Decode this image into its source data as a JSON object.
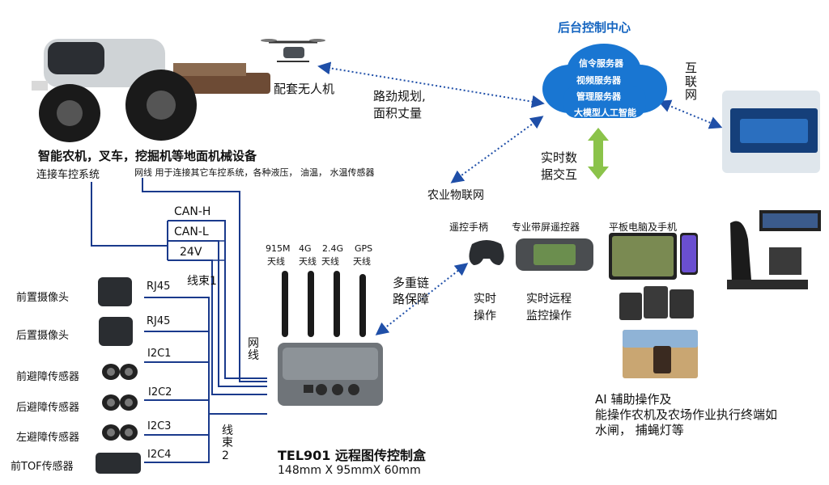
{
  "title": {
    "product": "TEL901 远程图传控制盒",
    "dims": "148mm X 95mmX 60mm"
  },
  "machine": {
    "heading": "智能农机，叉车，挖掘机等地面机械设备",
    "ctrl": "连接车控系统",
    "net": "网线 用于连接其它车控系统，各种液压， 油温， 水温传感器"
  },
  "drone": {
    "label": "配套无人机"
  },
  "route": {
    "line1": "路劲规划,",
    "line2": "面积丈量"
  },
  "cloud": {
    "title": "后台控制中心",
    "items": [
      "信令服务器",
      "视频服务器",
      "管理服务器",
      "大模型人工智能"
    ]
  },
  "internet": "互联网",
  "realtime": {
    "line1": "实时数",
    "line2": "据交互"
  },
  "iot": "农业物联网",
  "multi": {
    "line1": "多重链",
    "line2": "路保障"
  },
  "antennas": [
    {
      "l1": "915M",
      "l2": "天线"
    },
    {
      "l1": "4G",
      "l2": "天线"
    },
    {
      "l1": "2.4G",
      "l2": "天线"
    },
    {
      "l1": "GPS",
      "l2": "天线"
    }
  ],
  "bus": {
    "can_h": "CAN-H",
    "can_l": "CAN-L",
    "v24": "24V",
    "harness1": "线束1",
    "net_line": "网线",
    "harness2": "线束2"
  },
  "sensors": [
    {
      "name": "前置摄像头",
      "port": "RJ45"
    },
    {
      "name": "后置摄像头",
      "port": "RJ45"
    },
    {
      "name": "前避障传感器",
      "port": "I2C1"
    },
    {
      "name": "后避障传感器",
      "port": "I2C2"
    },
    {
      "name": "左避障传感器",
      "port": "I2C3"
    },
    {
      "name": "前TOF传感器",
      "port": "I2C4"
    }
  ],
  "controllers": {
    "remote": "遥控手柄",
    "pro": "专业带屏遥控器",
    "tablet": "平板电脑及手机",
    "op1": "实时",
    "op2": "操作",
    "mon1": "实时远程",
    "mon2": "监控操作"
  },
  "ai": {
    "line1": "AI 辅助操作及",
    "line2": "能操作农机及农场作业执行终端如",
    "line3": "水闸， 捕蝇灯等"
  },
  "colors": {
    "wire": "#1a3a8c",
    "cloud": "#1565c0",
    "arrow_green": "#8bc34a",
    "dotted": "#1f4fa8"
  }
}
